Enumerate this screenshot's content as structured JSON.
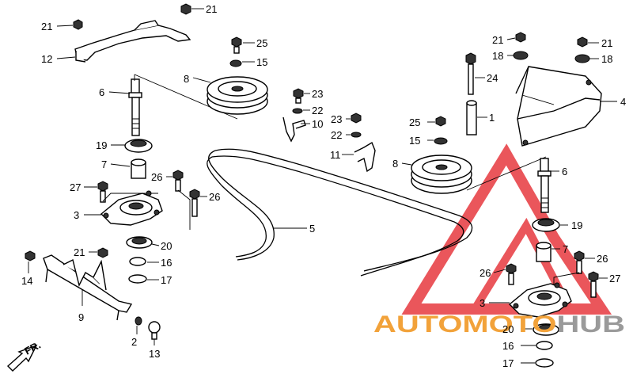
{
  "callouts": [
    {
      "id": "c21a",
      "text": "21"
    },
    {
      "id": "c21b",
      "text": "21"
    },
    {
      "id": "c12",
      "text": "12"
    },
    {
      "id": "c25a",
      "text": "25"
    },
    {
      "id": "c15a",
      "text": "15"
    },
    {
      "id": "c8a",
      "text": "8"
    },
    {
      "id": "c6a",
      "text": "6"
    },
    {
      "id": "c23a",
      "text": "23"
    },
    {
      "id": "c22a",
      "text": "22"
    },
    {
      "id": "c10",
      "text": "10"
    },
    {
      "id": "c23b",
      "text": "23"
    },
    {
      "id": "c22b",
      "text": "22"
    },
    {
      "id": "c11",
      "text": "11"
    },
    {
      "id": "c19a",
      "text": "19"
    },
    {
      "id": "c7a",
      "text": "7"
    },
    {
      "id": "c26a",
      "text": "26"
    },
    {
      "id": "c27a",
      "text": "27"
    },
    {
      "id": "c26b",
      "text": "26"
    },
    {
      "id": "c3a",
      "text": "3"
    },
    {
      "id": "c5",
      "text": "5"
    },
    {
      "id": "c20a",
      "text": "20"
    },
    {
      "id": "c21c",
      "text": "21"
    },
    {
      "id": "c16a",
      "text": "16"
    },
    {
      "id": "c17a",
      "text": "17"
    },
    {
      "id": "c14",
      "text": "14"
    },
    {
      "id": "c9",
      "text": "9"
    },
    {
      "id": "c2",
      "text": "2"
    },
    {
      "id": "c13",
      "text": "13"
    },
    {
      "id": "c21d",
      "text": "21"
    },
    {
      "id": "c18a",
      "text": "18"
    },
    {
      "id": "c21e",
      "text": "21"
    },
    {
      "id": "c18b",
      "text": "18"
    },
    {
      "id": "c24",
      "text": "24"
    },
    {
      "id": "c4",
      "text": "4"
    },
    {
      "id": "c1",
      "text": "1"
    },
    {
      "id": "c25b",
      "text": "25"
    },
    {
      "id": "c15b",
      "text": "15"
    },
    {
      "id": "c8b",
      "text": "8"
    },
    {
      "id": "c6b",
      "text": "6"
    },
    {
      "id": "c19b",
      "text": "19"
    },
    {
      "id": "c7b",
      "text": "7"
    },
    {
      "id": "c26c",
      "text": "26"
    },
    {
      "id": "c26d",
      "text": "26"
    },
    {
      "id": "c27b",
      "text": "27"
    },
    {
      "id": "c3b",
      "text": "3"
    },
    {
      "id": "c20b",
      "text": "20"
    },
    {
      "id": "c16b",
      "text": "16"
    },
    {
      "id": "c17b",
      "text": "17"
    }
  ],
  "front_arrow": "FR.",
  "watermark": {
    "text": "AUTOMOTOHUB",
    "color_triangle": "#e8444a",
    "color_text_orange": "#f2a23a",
    "color_text_gray": "#9a9a9a"
  }
}
